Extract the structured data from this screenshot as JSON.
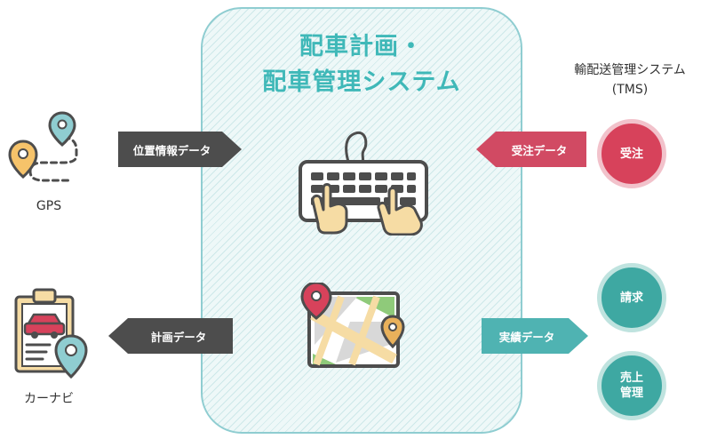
{
  "center": {
    "title_line1": "配車計画・",
    "title_line2": "配車管理システム"
  },
  "tms": {
    "line1": "輸配送管理システム",
    "line2": "(TMS)"
  },
  "arrows": {
    "location": "位置情報データ",
    "order": "受注データ",
    "plan": "計画データ",
    "result": "実績データ"
  },
  "circles": {
    "order": "受注",
    "billing": "請求",
    "sales_line1": "売上",
    "sales_line2": "管理"
  },
  "devices": {
    "gps": "GPS",
    "navi": "カーナビ"
  },
  "colors": {
    "teal": "#3fb8b8",
    "pink": "#d14a63",
    "dark": "#4d4d4d",
    "cream": "#f6dca4"
  },
  "icons": [
    "gps-pin-icon",
    "keyboard-icon",
    "hand-icon",
    "map-icon",
    "clipboard-car-icon"
  ]
}
